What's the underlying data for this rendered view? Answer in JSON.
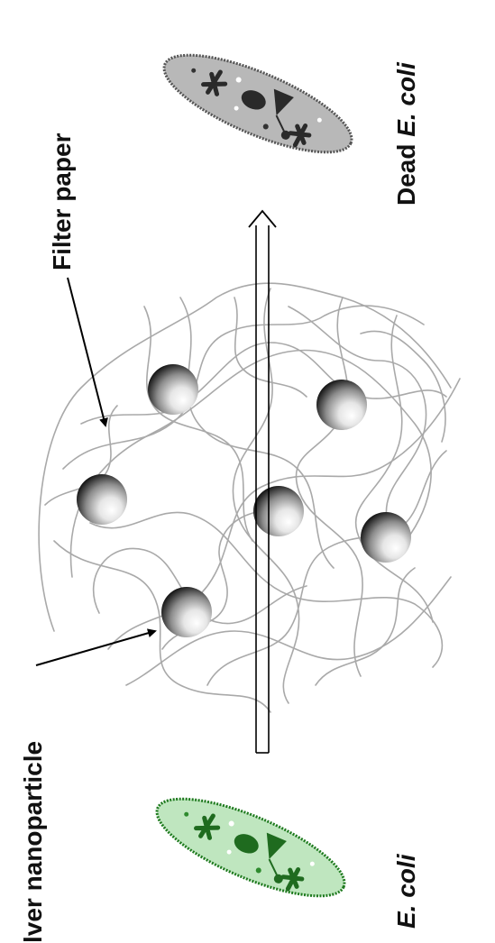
{
  "labels": {
    "silver_nanoparticle": "lver nanoparticle",
    "filter_paper": "Filter paper",
    "ecoli_prefix": "",
    "ecoli_italic": "E. coli",
    "dead_prefix": "Dead ",
    "dead_italic": "E. coli"
  },
  "colors": {
    "fiber": "#a9a9a9",
    "live_cell_fill": "#bfe6bf",
    "live_cell_stroke": "#1e7a1e",
    "live_cell_dark": "#1f6b1f",
    "dead_cell_fill": "#b8b8b8",
    "dead_cell_stroke": "#555555",
    "dead_cell_dark": "#2a2a2a",
    "text": "#111111"
  },
  "icons": {
    "live_cell": "green-bacterium-icon",
    "dead_cell": "grey-bacterium-icon",
    "nanoparticle": "silver-sphere-icon",
    "flow": "double-line-arrow-icon"
  }
}
